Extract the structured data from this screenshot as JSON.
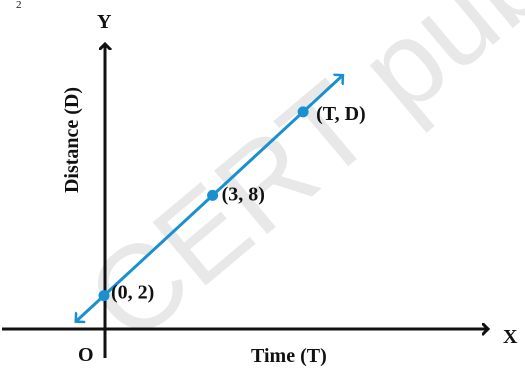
{
  "fragment": "2",
  "watermark": "CERT publishe",
  "colors": {
    "axis": "#111111",
    "line": "#1a90d0",
    "point": "#1a90d0",
    "watermark": "#c8c8c8"
  },
  "chart_data": {
    "type": "line",
    "title": "",
    "xlabel": "Time (T)",
    "ylabel": "Distance (D)",
    "x_axis_letter": "X",
    "y_axis_letter": "Y",
    "origin_label": "O",
    "grid": false,
    "points": [
      {
        "x": 0,
        "y": 2,
        "label": "(0, 2)"
      },
      {
        "x": 3,
        "y": 8,
        "label": "(3, 8)"
      },
      {
        "x": 5.5,
        "y": 13,
        "label": "(T, D)"
      }
    ]
  }
}
